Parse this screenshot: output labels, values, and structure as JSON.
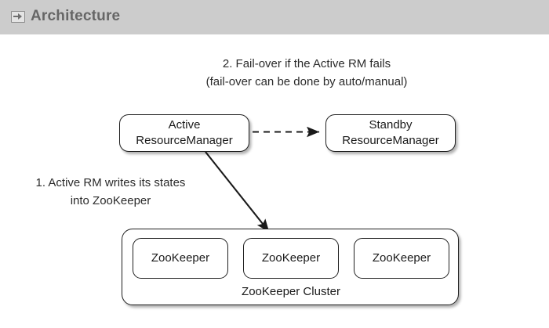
{
  "header": {
    "title": "Architecture",
    "icon": "slide-arrow-icon",
    "background_color": "#cccccc",
    "title_color": "#666666"
  },
  "diagram": {
    "annotations": [
      {
        "id": "failover-note",
        "lines": [
          "2. Fail-over if the Active RM fails",
          "(fail-over can be done by auto/manual)"
        ]
      },
      {
        "id": "writes-note",
        "lines": [
          "1. Active RM writes its states",
          "into ZooKeeper"
        ]
      }
    ],
    "nodes": {
      "active_rm": {
        "lines": [
          "Active",
          "ResourceManager"
        ]
      },
      "standby_rm": {
        "lines": [
          "Standby",
          "ResourceManager"
        ]
      },
      "zookeeper_cluster": {
        "label": "ZooKeeper Cluster",
        "members": [
          {
            "label": "ZooKeeper"
          },
          {
            "label": "ZooKeeper"
          },
          {
            "label": "ZooKeeper"
          }
        ]
      }
    },
    "edges": [
      {
        "id": "failover-edge",
        "from": "active_rm",
        "to": "standby_rm",
        "style": "dashed",
        "arrow": "single",
        "color": "#1a1a1a"
      },
      {
        "id": "write-state-edge",
        "from": "active_rm",
        "to": "zookeeper_cluster",
        "style": "solid",
        "arrow": "single",
        "color": "#1a1a1a"
      }
    ]
  }
}
